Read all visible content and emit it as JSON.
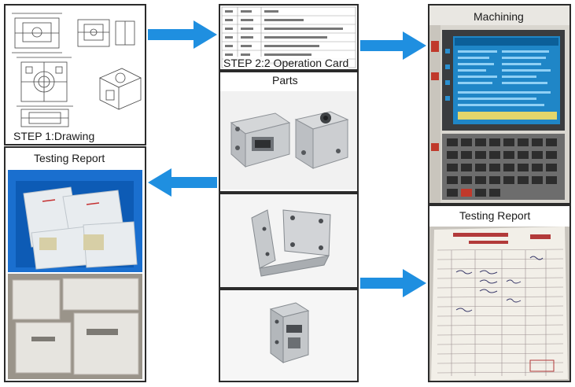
{
  "steps": {
    "drawing": "STEP 1:Drawing",
    "operation_card": "STEP 2:2 Operation Card",
    "parts": "Parts",
    "machining": "Machining",
    "testing_report_left": "Testing Report",
    "testing_report_right": "Testing Report"
  },
  "colors": {
    "arrow": "#1f8fe0",
    "border": "#2b2b2b",
    "bin_blue": "#1565c0"
  }
}
